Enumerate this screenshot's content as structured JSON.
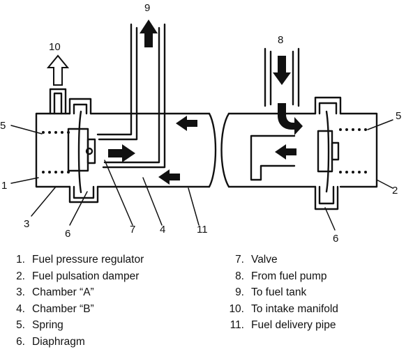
{
  "callouts": {
    "n1": "1",
    "n2": "2",
    "n3": "3",
    "n4": "4",
    "n5a": "5",
    "n5b": "5",
    "n6a": "6",
    "n6b": "6",
    "n7": "7",
    "n8": "8",
    "n9": "9",
    "n10": "10",
    "n11": "11"
  },
  "legend": {
    "left": [
      {
        "num": "1.",
        "label": "Fuel pressure regulator"
      },
      {
        "num": "2.",
        "label": "Fuel pulsation damper"
      },
      {
        "num": "3.",
        "label": "Chamber “A”"
      },
      {
        "num": "4.",
        "label": "Chamber “B”"
      },
      {
        "num": "5.",
        "label": "Spring"
      },
      {
        "num": "6.",
        "label": "Diaphragm"
      }
    ],
    "right": [
      {
        "num": "7.",
        "label": "Valve"
      },
      {
        "num": "8.",
        "label": "From fuel pump"
      },
      {
        "num": "9.",
        "label": "To fuel tank"
      },
      {
        "num": "10.",
        "label": "To intake manifold"
      },
      {
        "num": "11.",
        "label": "Fuel delivery pipe"
      }
    ]
  }
}
